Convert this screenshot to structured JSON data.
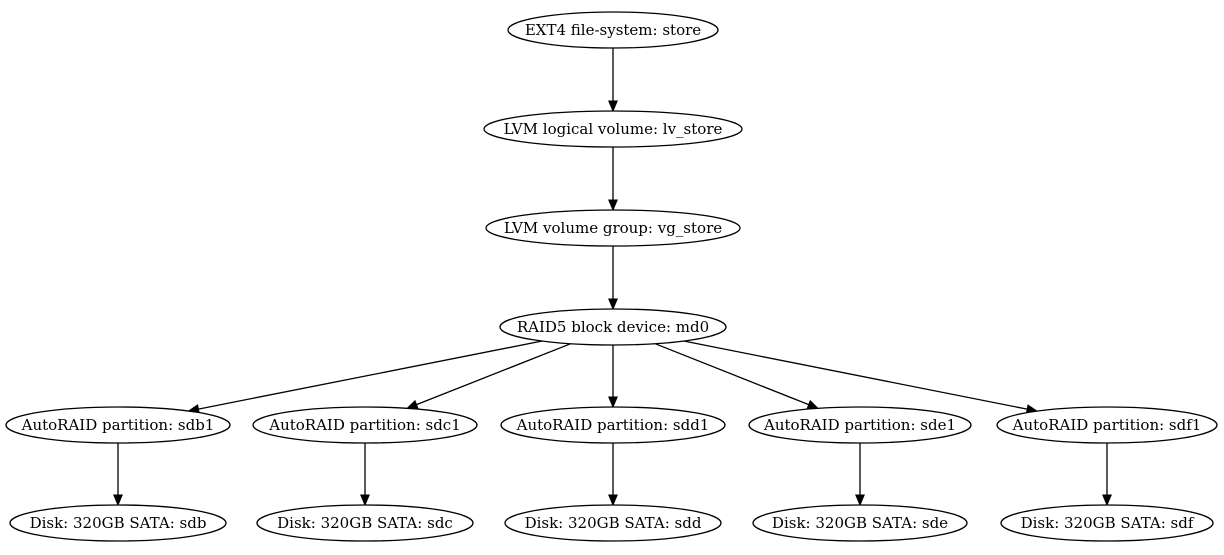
{
  "nodes": [
    {
      "id": "fs",
      "label": "EXT4 file-system: store"
    },
    {
      "id": "lv",
      "label": "LVM logical volume: lv_store"
    },
    {
      "id": "vg",
      "label": "LVM volume group: vg_store"
    },
    {
      "id": "md0",
      "label": "RAID5 block device: md0"
    },
    {
      "id": "sdb1",
      "label": "AutoRAID partition: sdb1"
    },
    {
      "id": "sdc1",
      "label": "AutoRAID partition: sdc1"
    },
    {
      "id": "sdd1",
      "label": "AutoRAID partition: sdd1"
    },
    {
      "id": "sde1",
      "label": "AutoRAID partition: sde1"
    },
    {
      "id": "sdf1",
      "label": "AutoRAID partition: sdf1"
    },
    {
      "id": "sdb",
      "label": "Disk: 320GB SATA: sdb"
    },
    {
      "id": "sdc",
      "label": "Disk: 320GB SATA: sdc"
    },
    {
      "id": "sdd",
      "label": "Disk: 320GB SATA: sdd"
    },
    {
      "id": "sde",
      "label": "Disk: 320GB SATA: sde"
    },
    {
      "id": "sdf",
      "label": "Disk: 320GB SATA: sdf"
    }
  ],
  "edges": [
    {
      "from": "fs",
      "to": "lv"
    },
    {
      "from": "lv",
      "to": "vg"
    },
    {
      "from": "vg",
      "to": "md0"
    },
    {
      "from": "md0",
      "to": "sdb1"
    },
    {
      "from": "md0",
      "to": "sdc1"
    },
    {
      "from": "md0",
      "to": "sdd1"
    },
    {
      "from": "md0",
      "to": "sde1"
    },
    {
      "from": "md0",
      "to": "sdf1"
    },
    {
      "from": "sdb1",
      "to": "sdb"
    },
    {
      "from": "sdc1",
      "to": "sdc"
    },
    {
      "from": "sdd1",
      "to": "sdd"
    },
    {
      "from": "sde1",
      "to": "sde"
    },
    {
      "from": "sdf1",
      "to": "sdf"
    }
  ]
}
